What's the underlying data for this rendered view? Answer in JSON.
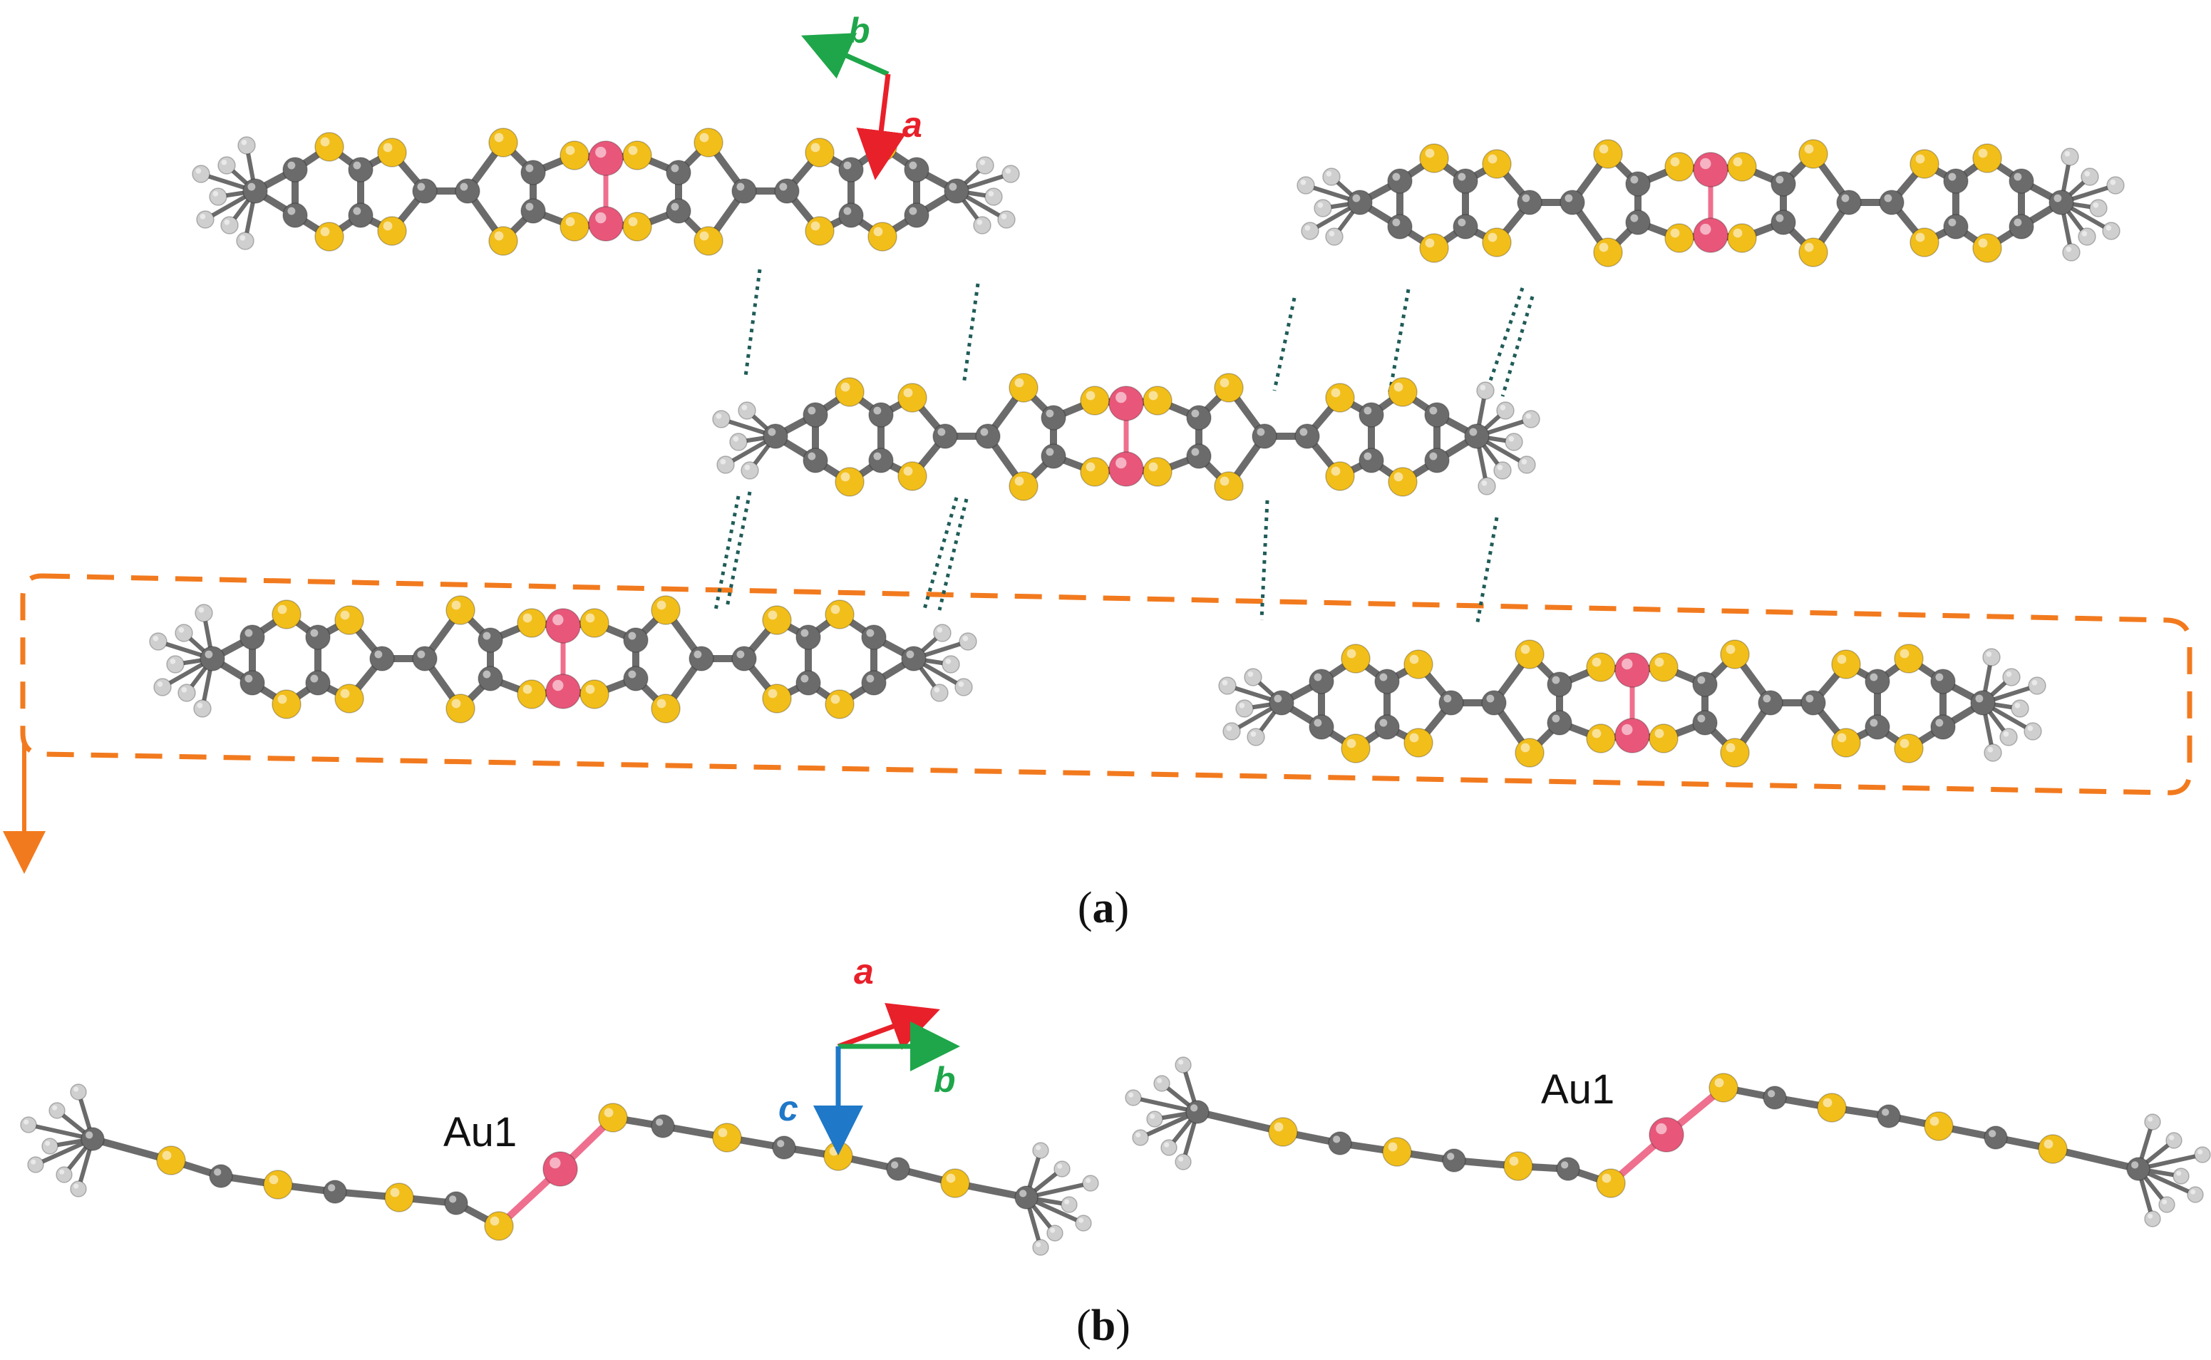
{
  "colors": {
    "sulfur": "#f2be1a",
    "carbon": "#6b6b6b",
    "hydrogen": "#cfcfcf",
    "gold": "#e8577a",
    "au_bond": "#ef6f8e",
    "contact_dots": "#1f5c58",
    "highlight_box": "#f27a1e",
    "axis_a": "#e8202a",
    "axis_b": "#1fa64a",
    "axis_c": "#1f78c8"
  },
  "axes_a": {
    "b": "b",
    "a": "a"
  },
  "axes_b": {
    "a": "a",
    "b": "b",
    "c": "c"
  },
  "atom_labels": {
    "left": "Au1",
    "right": "Au1"
  },
  "panel_labels": {
    "a": {
      "open": "(",
      "letter": "a",
      "close": ")"
    },
    "b": {
      "open": "(",
      "letter": "b",
      "close": ")"
    }
  },
  "icons": [
    "molecule-ball-and-stick",
    "short-contact-dotted-line",
    "layer-highlight-box",
    "crystal-axes-triad"
  ]
}
